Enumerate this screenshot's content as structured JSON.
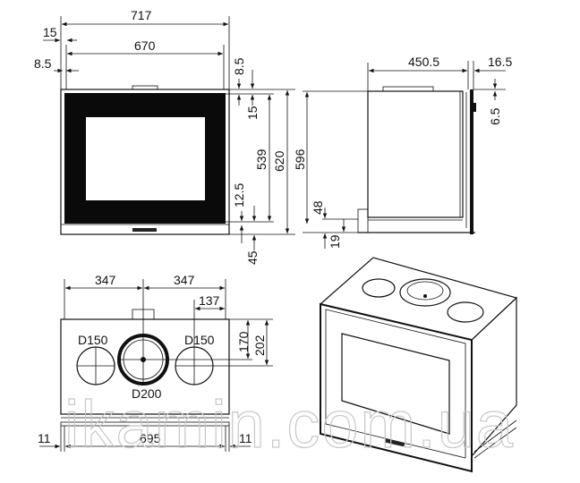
{
  "watermark": "ikamin.com.ua",
  "front_view": {
    "width_total": "717",
    "width_inner": "670",
    "left_offset_top": "15",
    "left_offset": "8.5",
    "top_offset": "8.5",
    "top_frame": "15",
    "height_inner": "539",
    "height_total": "620",
    "bottom_frame": "12.5",
    "bottom_base": "45"
  },
  "side_view": {
    "depth": "450.5",
    "door_depth": "16.5",
    "door_offset": "6.5",
    "height": "596",
    "foot_height": "48",
    "base_height": "19"
  },
  "top_view": {
    "half_left": "347",
    "half_right": "347",
    "outlet_offset": "137",
    "center_depth": "170",
    "outlet_depth": "202",
    "left_outlet": "D150",
    "right_outlet": "D150",
    "center_outlet": "D200",
    "side_left": "11",
    "width": "695",
    "side_right": "11"
  },
  "colors": {
    "line": "#111111",
    "frame": "#0a0a0a",
    "watermark": "#c8c8c8"
  }
}
